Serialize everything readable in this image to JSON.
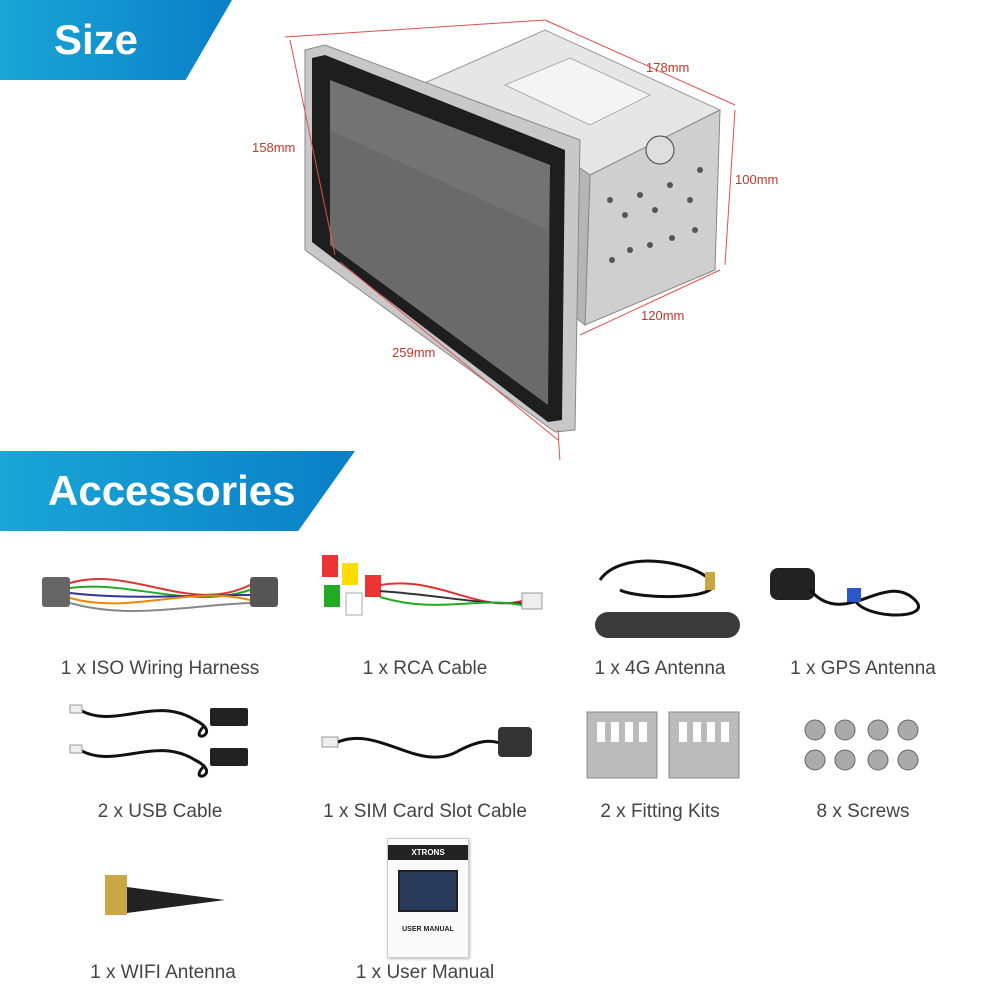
{
  "sections": {
    "size_title": "Size",
    "accessories_title": "Accessories"
  },
  "dimensions": {
    "depth": "178mm",
    "front_height": "158mm",
    "chassis_height": "100mm",
    "chassis_width": "120mm",
    "front_width": "259mm"
  },
  "brand": "XTRONS",
  "accessories": [
    {
      "label": "1 x ISO Wiring Harness",
      "icon": "wiring-harness-icon"
    },
    {
      "label": "1 x RCA Cable",
      "icon": "rca-cable-icon"
    },
    {
      "label": "1 x 4G Antenna",
      "icon": "4g-antenna-icon"
    },
    {
      "label": "1 x GPS Antenna",
      "icon": "gps-antenna-icon"
    },
    {
      "label": "2 x USB Cable",
      "icon": "usb-cable-icon"
    },
    {
      "label": "1 x SIM Card Slot Cable",
      "icon": "sim-cable-icon"
    },
    {
      "label": "2 x Fitting Kits",
      "icon": "fitting-kit-icon"
    },
    {
      "label": "8 x Screws",
      "icon": "screws-icon"
    },
    {
      "label": "1 x WIFI Antenna",
      "icon": "wifi-antenna-icon"
    },
    {
      "label": "1 x User Manual",
      "icon": "user-manual-icon"
    }
  ],
  "manual": {
    "brand": "XTRONS",
    "title": "USER MANUAL"
  },
  "colors": {
    "banner": "#1aa6d6",
    "dimension_line": "#e05050"
  }
}
